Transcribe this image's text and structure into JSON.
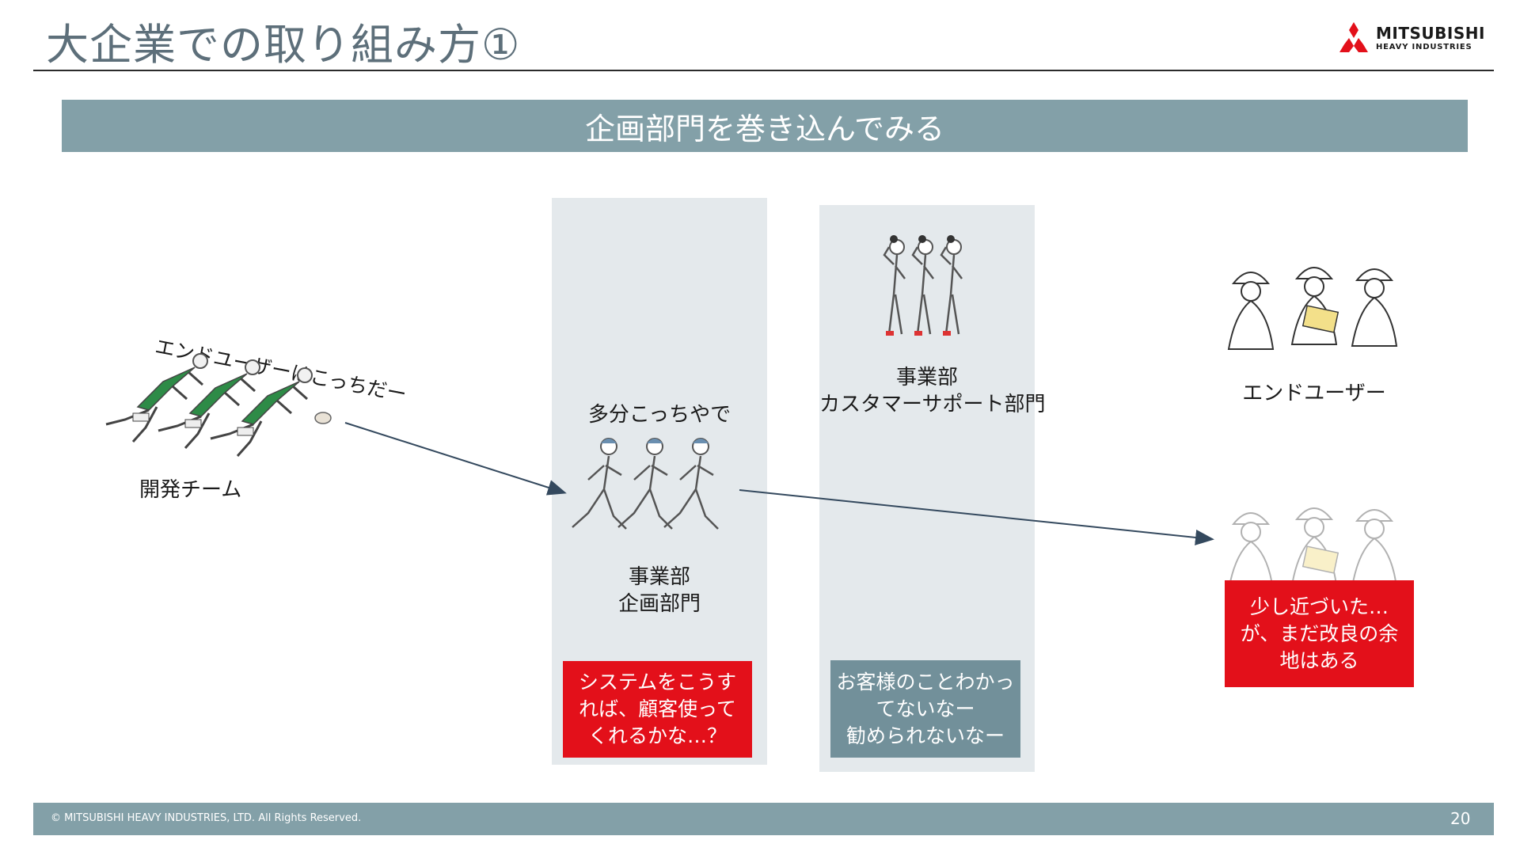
{
  "slide": {
    "title": "大企業での取り組み方①",
    "banner": "企画部門を巻き込んでみる",
    "logo": {
      "line1": "MITSUBISHI",
      "line2": "HEAVY INDUSTRIES"
    },
    "dev_team": {
      "caption": "開発チーム",
      "shout": "エンドユーザーはこっちだー"
    },
    "planning": {
      "thought": "多分こっちやで",
      "label_line1": "事業部",
      "label_line2": "企画部門",
      "note": "システムをこうすれば、顧客使ってくれるかな…？"
    },
    "support": {
      "label_line1": "事業部",
      "label_line2": "カスタマーサポート部門",
      "note_line1": "お客様のことわかってないなー",
      "note_line2": "勧められないなー"
    },
    "end_user": {
      "label": "エンドユーザー",
      "note_line1": "少し近づいた…",
      "note_line2": "が、まだ改良の余地はある"
    },
    "footer": {
      "copyright": "© MITSUBISHI HEAVY INDUSTRIES, LTD.  All Rights Reserved.",
      "page_number": "20"
    },
    "colors": {
      "accent_red": "#e3101a",
      "banner_gray": "#83a0a8",
      "column_bg": "#e4e9ec",
      "title_gray": "#5d6f7a",
      "jersey_green": "#2e8b47"
    },
    "icons": [
      "mitsubishi-diamonds-logo",
      "rugby-player-icon",
      "walking-person-icon",
      "saluting-person-icon",
      "hardhat-worker-icon"
    ]
  }
}
